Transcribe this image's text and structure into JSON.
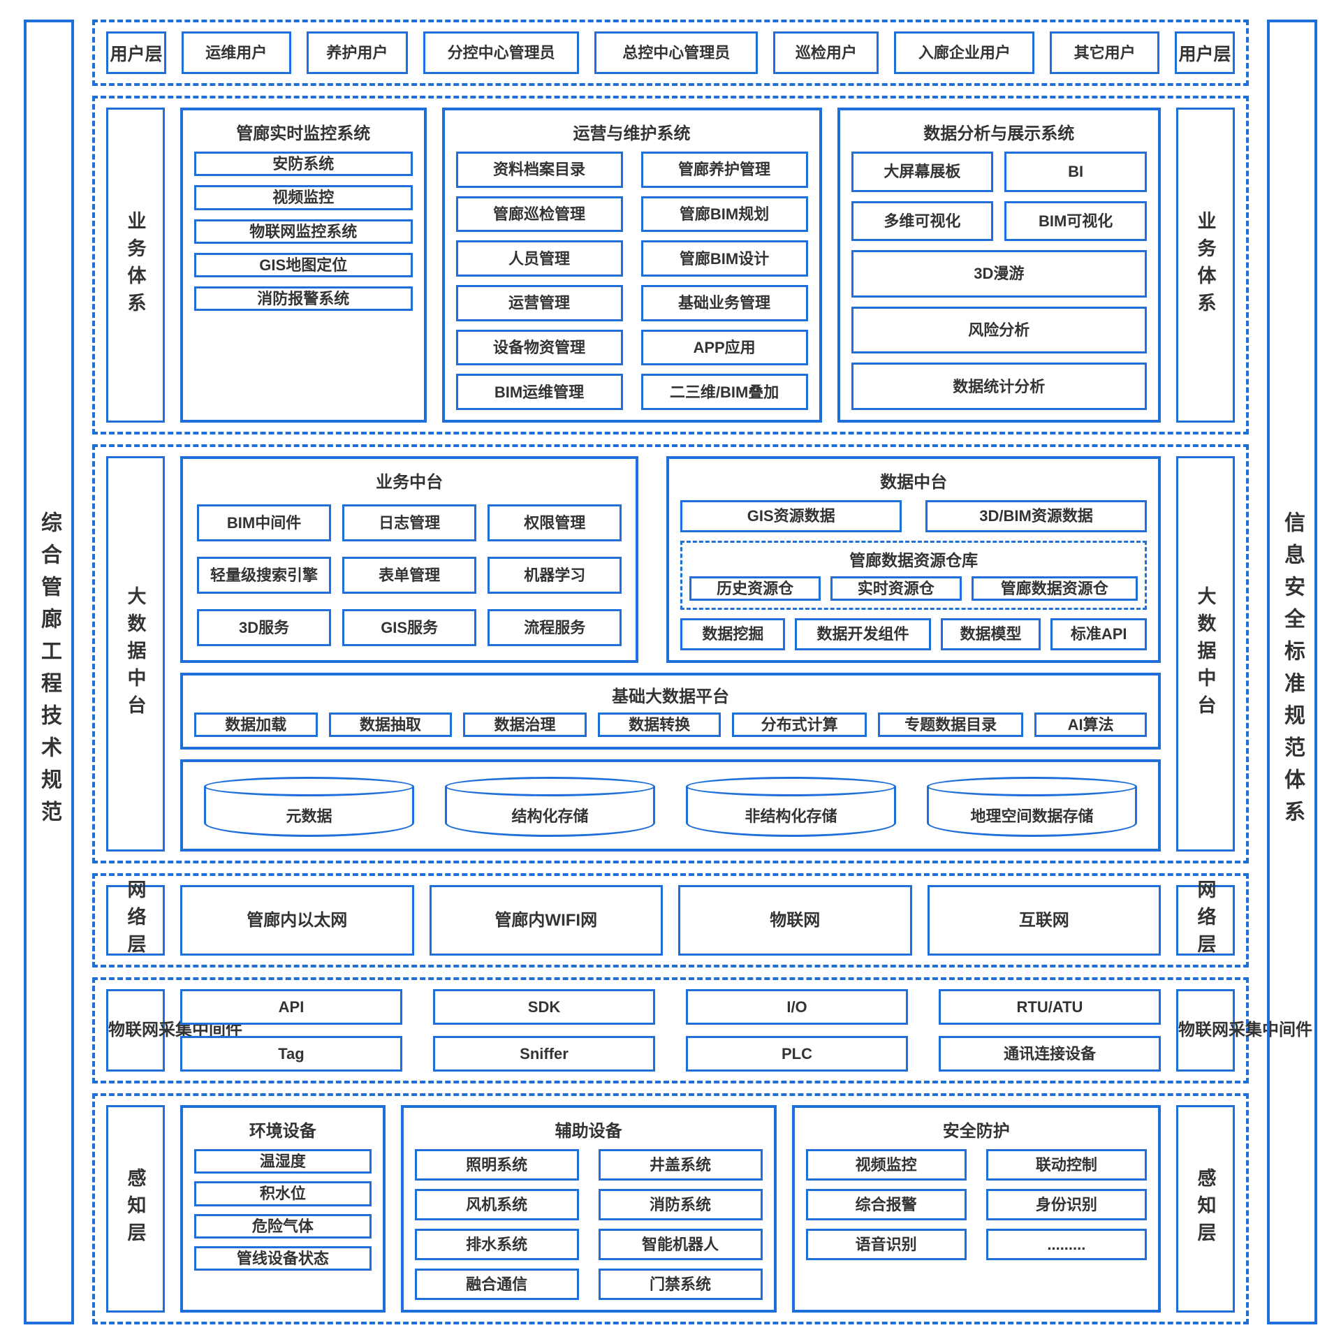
{
  "colors": {
    "border_blue": "#1e6fd9",
    "text": "#333333",
    "background": "#ffffff"
  },
  "sidebars": {
    "left": "综合管廊工程技术规范",
    "right": "信息安全标准规范体系"
  },
  "user_layer": {
    "label": "用户层",
    "users": [
      "运维用户",
      "养护用户",
      "分控中心管理员",
      "总控中心管理员",
      "巡检用户",
      "入廊企业用户",
      "其它用户"
    ]
  },
  "business": {
    "label": "业务体系",
    "monitoring": {
      "title": "管廊实时监控系统",
      "items": [
        "安防系统",
        "视频监控",
        "物联网监控系统",
        "GIS地图定位",
        "消防报警系统"
      ]
    },
    "operations": {
      "title": "运营与维护系统",
      "items": [
        "资料档案目录",
        "管廊养护管理",
        "管廊巡检管理",
        "管廊BIM规划",
        "人员管理",
        "管廊BIM设计",
        "运营管理",
        "基础业务管理",
        "设备物资管理",
        "APP应用",
        "BIM运维管理",
        "二三维/BIM叠加"
      ]
    },
    "display": {
      "title": "数据分析与展示系统",
      "row1": [
        "大屏幕展板",
        "BI"
      ],
      "row2": [
        "多维可视化",
        "BIM可视化"
      ],
      "rows": [
        "3D漫游",
        "风险分析",
        "数据统计分析"
      ]
    }
  },
  "bigdata": {
    "label": "大数据中台",
    "biz_platform": {
      "title": "业务中台",
      "items": [
        "BIM中间件",
        "日志管理",
        "权限管理",
        "轻量级搜索引擎",
        "表单管理",
        "机器学习",
        "3D服务",
        "GIS服务",
        "流程服务"
      ]
    },
    "data_platform": {
      "title": "数据中台",
      "row1": [
        "GIS资源数据",
        "3D/BIM资源数据"
      ],
      "warehouse": {
        "title": "管廊数据资源仓库",
        "items": [
          "历史资源仓",
          "实时资源仓",
          "管廊数据资源仓"
        ]
      },
      "row3": [
        "数据挖掘",
        "数据开发组件",
        "数据模型",
        "标准API"
      ]
    },
    "base_platform": {
      "title": "基础大数据平台",
      "items": [
        "数据加载",
        "数据抽取",
        "数据治理",
        "数据转换",
        "分布式计算",
        "专题数据目录",
        "AI算法"
      ]
    },
    "storage": {
      "items": [
        "元数据",
        "结构化存储",
        "非结构化存储",
        "地理空间数据存储"
      ]
    }
  },
  "network": {
    "label": "网络层",
    "items": [
      "管廊内以太网",
      "管廊内WIFI网",
      "物联网",
      "互联网"
    ]
  },
  "iot": {
    "label": "物联网采集中间件",
    "row1": [
      "API",
      "SDK",
      "I/O",
      "RTU/ATU"
    ],
    "row2": [
      "Tag",
      "Sniffer",
      "PLC",
      "通讯连接设备"
    ]
  },
  "perception": {
    "label": "感知层",
    "env": {
      "title": "环境设备",
      "items": [
        "温湿度",
        "积水位",
        "危险气体",
        "管线设备状态"
      ]
    },
    "aux": {
      "title": "辅助设备",
      "items": [
        "照明系统",
        "井盖系统",
        "风机系统",
        "消防系统",
        "排水系统",
        "智能机器人",
        "融合通信",
        "门禁系统"
      ]
    },
    "security": {
      "title": "安全防护",
      "items": [
        "视频监控",
        "联动控制",
        "综合报警",
        "身份识别",
        "语音识别",
        "........."
      ]
    }
  }
}
